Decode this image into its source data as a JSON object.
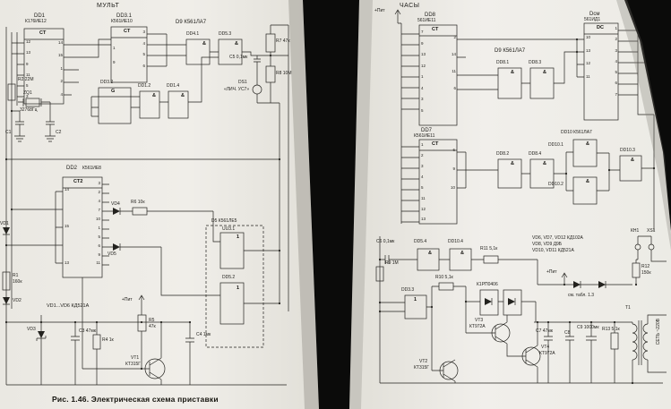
{
  "symbols": {
    "and": "&",
    "one": "1",
    "ct": "CT",
    "ct2": "CT2",
    "dc": "DC",
    "g": "G"
  },
  "caption": "Рис. 1.46. Электрическая схема приставки",
  "left_page": {
    "section_label": "МУЛЬТ",
    "dd1": {
      "ref": "DD1",
      "part": "К176ИЕ12",
      "pins_left": [
        "12",
        "13",
        "9",
        "11",
        "5",
        "3"
      ],
      "pins_right": [
        "14",
        "15",
        "1",
        "2",
        "4"
      ]
    },
    "dd3_1": {
      "ref": "DD3.1",
      "part": "К561ИЕ10",
      "pins_left": [
        "1",
        "9"
      ],
      "pins_right": [
        "3",
        "4",
        "5",
        "6"
      ]
    },
    "d9_label": "D9 К561ЛА7",
    "dd4_1": "DD4.1",
    "dd5_3": "DD5.3",
    "r7": "R7 47к",
    "c5": "С5 0,1мк",
    "r8": "R8 10М",
    "ds1": {
      "ref": "DS1",
      "name": "«ЛИЧ. УС7»"
    },
    "dd3_2": "DD3.2",
    "dd1_2": "DD1.2",
    "dd1_4": "DD1.4",
    "r2": "R2 22М",
    "zq1": {
      "ref": "ZQ1",
      "value": "32768Гц"
    },
    "c1": "С1",
    "c2": "С2",
    "dd2": {
      "ref": "DD2",
      "part": "К561ИЕ8",
      "pins_left": [
        "14",
        "15",
        "13"
      ],
      "pins_right": [
        "3",
        "2",
        "4",
        "7",
        "10",
        "1",
        "5",
        "6",
        "9",
        "11"
      ]
    },
    "vd4": "VD4",
    "r6": "R6 10к",
    "vd5": "VD5",
    "d5_label": "D5 К561ЛЕ5",
    "uu3_1": "UU3.1",
    "dd5_2": "DD5.2",
    "vd1": "VD1",
    "r1": {
      "ref": "R1",
      "value": "160к"
    },
    "vd2": "VD2",
    "vd3": "VD3",
    "diode_note": "VD1...VD6 КД521А",
    "c3": "С3 47мк",
    "r4": "R4 1к",
    "r5": {
      "ref": "R5",
      "value": "47к"
    },
    "power_label": "+Пит",
    "vt1": {
      "ref": "VT1",
      "part": "КТ315Г"
    },
    "c4": "С4 1мк"
  },
  "right_page": {
    "section_label": "ЧАСЫ",
    "power_label_top": "+Пит",
    "dd8": {
      "ref": "DD8",
      "part": "561ИЕ11",
      "pins_left": [
        "7",
        "9",
        "13",
        "12",
        "1",
        "4",
        "3",
        "5"
      ],
      "pins_right": [
        "2",
        "14",
        "11",
        "6"
      ]
    },
    "d9_label": "D9 К561ЛА7",
    "dd8_1": "DD8.1",
    "dd8_3": "DD8.3",
    "dsm": {
      "ref": "Dсм",
      "part": "561ИД1",
      "pins_left": [
        "10",
        "13",
        "12",
        "11"
      ],
      "pins_right": [
        "1",
        "2",
        "3",
        "4",
        "5",
        "6",
        "7"
      ]
    },
    "dd7": {
      "ref": "DD7",
      "part": "К561ИЕ11",
      "pins_left": [
        "1",
        "2",
        "3",
        "4",
        "5",
        "11",
        "12",
        "13"
      ],
      "pins_right": [
        "6",
        "9",
        "10"
      ]
    },
    "dd8_2": "DD8.2",
    "dd8_4": "DD8.4",
    "dd10_label": "DD10 К561ЛА7",
    "dd10_1": "DD10.1",
    "dd10_2": "DD10.2",
    "dd10_3": "DD10.3",
    "c6": "С6 0,1мк",
    "dd5_4": "DD5.4",
    "dd10_4": "DD10.4",
    "r11": "R11 5,1к",
    "diode_note_lines": [
      "VD6, VD7, VD12 КД102А",
      "VD8, VD9 Д9Б",
      "VD10, VD11 КД521А"
    ],
    "kn1": "КН1",
    "xs1": "XS1",
    "r12": {
      "ref": "R12",
      "value": "150к"
    },
    "k1_label": "К1РП0406",
    "power_label_mid": "+Пит",
    "table_note": "см. табл. 1.3",
    "c7": "С7 47мк",
    "c8": "С8",
    "c9": "С9 1000мк",
    "r13": "R13 5,1к",
    "t1": "Т1",
    "mains_label": "СЕТЬ ~220В",
    "vt3": {
      "ref": "VT3",
      "part": "КТ972А"
    },
    "vt4": {
      "ref": "VT4",
      "part": "КТ972А"
    },
    "vt2": {
      "ref": "VT2",
      "part": "КТ315Г"
    },
    "dd3_3": "DD3.3",
    "r9": "R9 1М",
    "r10": "R10 5,1к"
  }
}
